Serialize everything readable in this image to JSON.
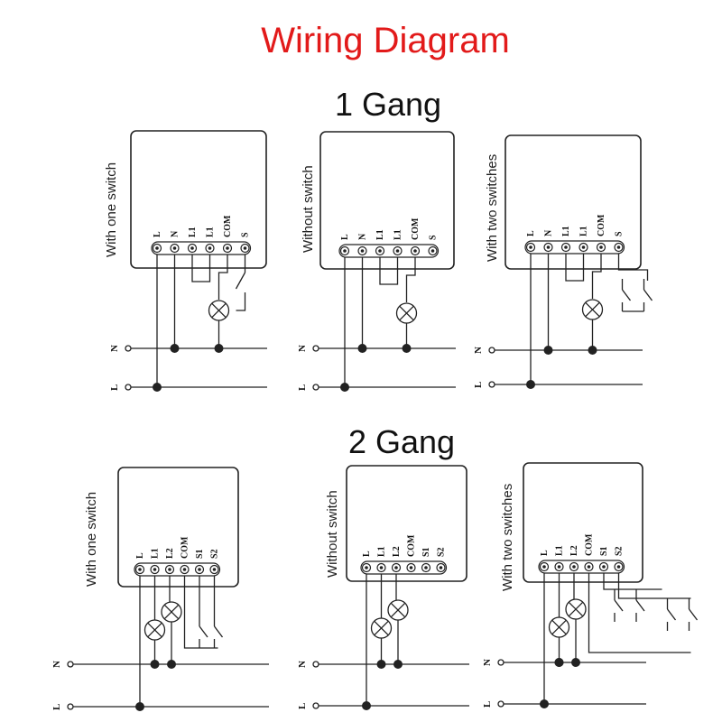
{
  "title": "Wiring Diagram",
  "sections": [
    {
      "heading": "1 Gang",
      "terminals": [
        "L",
        "N",
        "L1",
        "L1",
        "COM",
        "S"
      ],
      "diagrams": [
        {
          "label": "With one switch"
        },
        {
          "label": "Without switch"
        },
        {
          "label": "With two switches"
        }
      ]
    },
    {
      "heading": "2 Gang",
      "terminals": [
        "L",
        "L1",
        "L2",
        "COM",
        "S1",
        "S2"
      ],
      "diagrams": [
        {
          "label": "With one switch"
        },
        {
          "label": "Without switch"
        },
        {
          "label": "With two switches"
        }
      ]
    }
  ],
  "rails": {
    "neutral": "N",
    "live": "L"
  },
  "colors": {
    "title": "#e21a1a",
    "line": "#222222"
  }
}
